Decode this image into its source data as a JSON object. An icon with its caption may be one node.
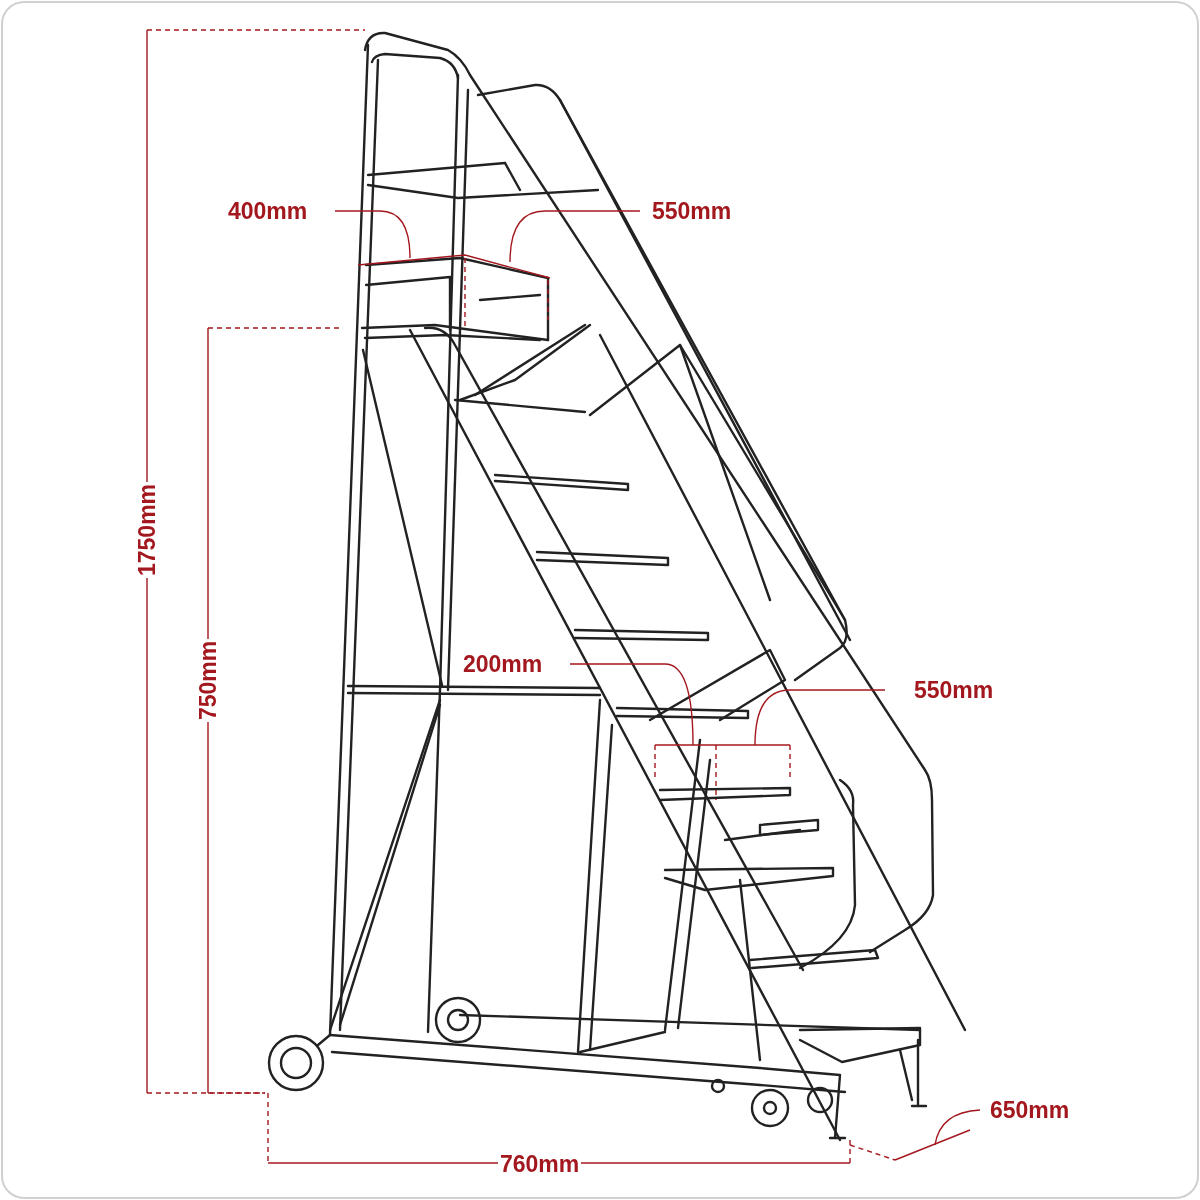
{
  "diagram": {
    "labels": [
      "400mm",
      "550mm",
      "1750mm",
      "200mm",
      "550mm",
      "750mm",
      "650mm",
      "760mm"
    ]
  }
}
